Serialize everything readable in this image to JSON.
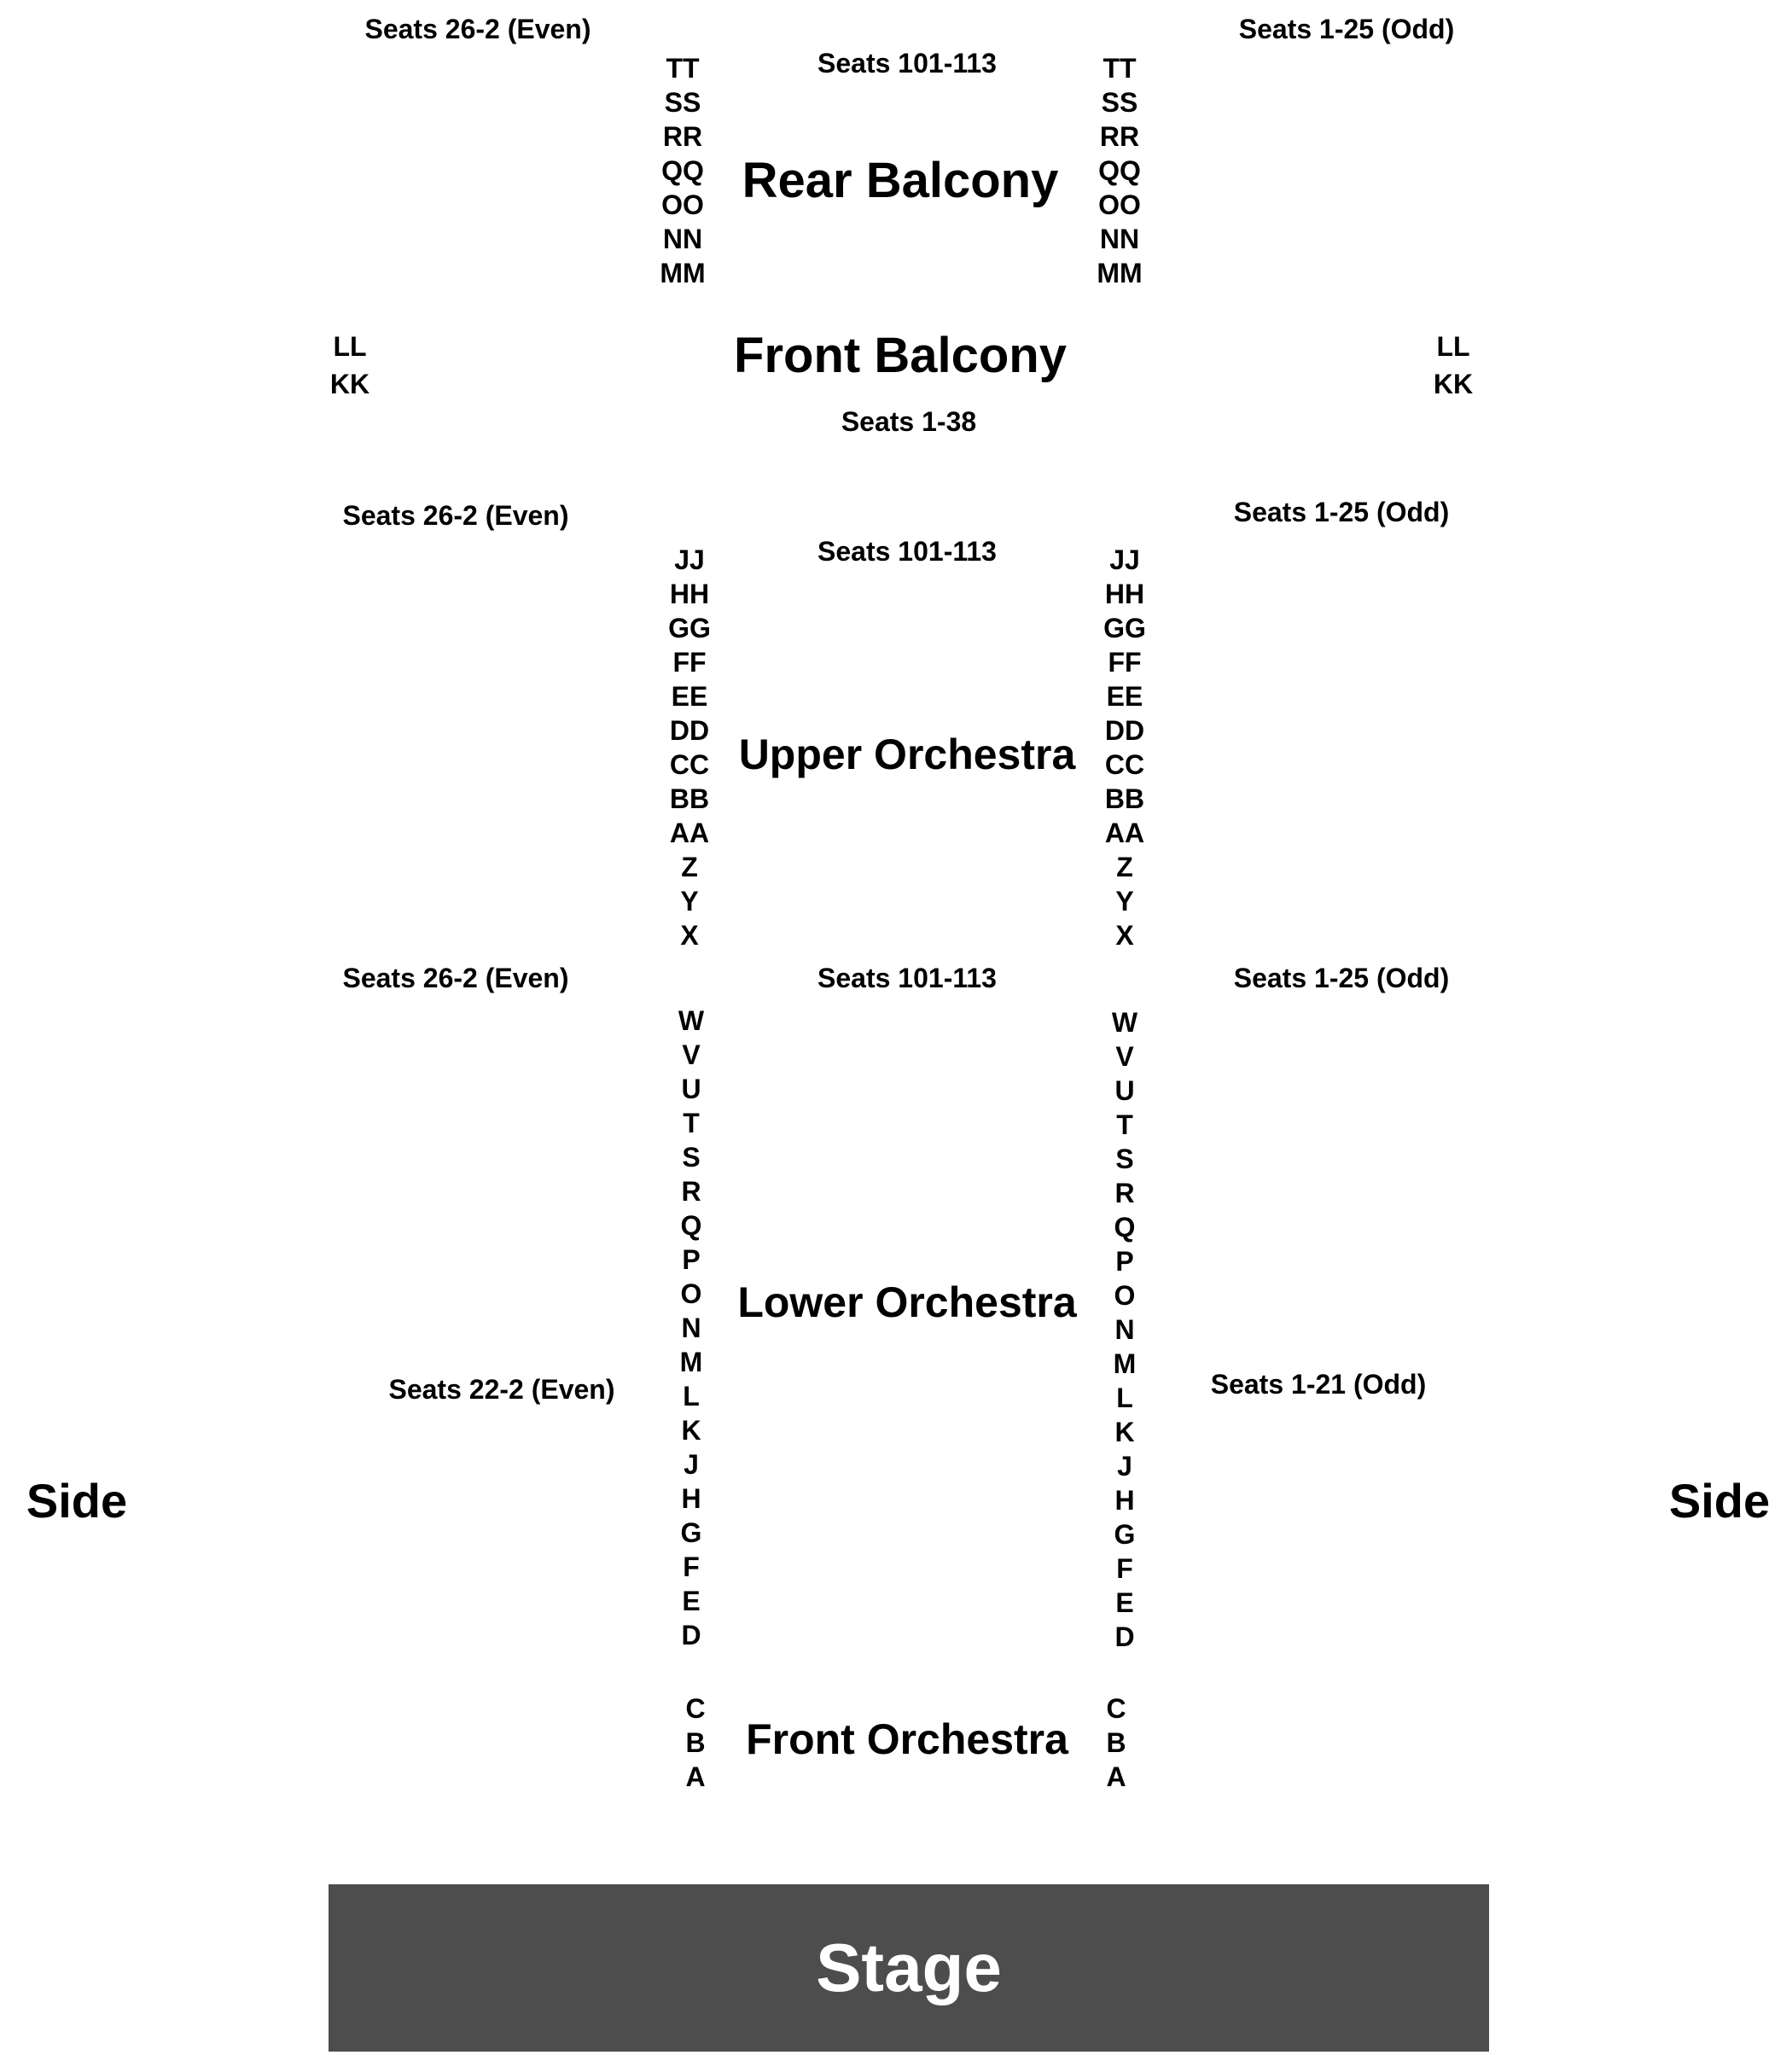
{
  "labels": {
    "rear_left": "Seats 26-2 (Even)",
    "rear_right": "Seats 1-25 (Odd)",
    "rear_center": "Seats 101-113",
    "front_balcony_seats": "Seats 1-38",
    "upper_left": "Seats 26-2 (Even)",
    "upper_right": "Seats 1-25 (Odd)",
    "upper_center": "Seats 101-113",
    "lower_left": "Seats 26-2 (Even)",
    "lower_right": "Seats 1-25 (Odd)",
    "lower_center": "Seats 101-113",
    "lower_left_mid": "Seats 22-2 (Even)",
    "lower_right_mid": "Seats 1-21 (Odd)"
  },
  "sections": {
    "rear_balcony": "Rear Balcony",
    "front_balcony": "Front Balcony",
    "upper_orchestra": "Upper Orchestra",
    "lower_orchestra": "Lower Orchestra",
    "front_orchestra": "Front Orchestra"
  },
  "side_left": "Side",
  "side_right": "Side",
  "stage": "Stage",
  "rows": {
    "rear_balcony": [
      "TT",
      "SS",
      "RR",
      "QQ",
      "OO",
      "NN",
      "MM"
    ],
    "front_balcony": [
      "LL",
      "KK"
    ],
    "upper_orchestra": [
      "JJ",
      "HH",
      "GG",
      "FF",
      "EE",
      "DD",
      "CC",
      "BB",
      "AA",
      "Z",
      "Y",
      "X"
    ],
    "lower_orchestra": [
      "W",
      "V",
      "U",
      "T",
      "S",
      "R",
      "Q",
      "P",
      "O",
      "N",
      "M",
      "L",
      "K",
      "J",
      "H",
      "G",
      "F",
      "E",
      "D"
    ],
    "front_orchestra": [
      "C",
      "B",
      "A"
    ]
  }
}
